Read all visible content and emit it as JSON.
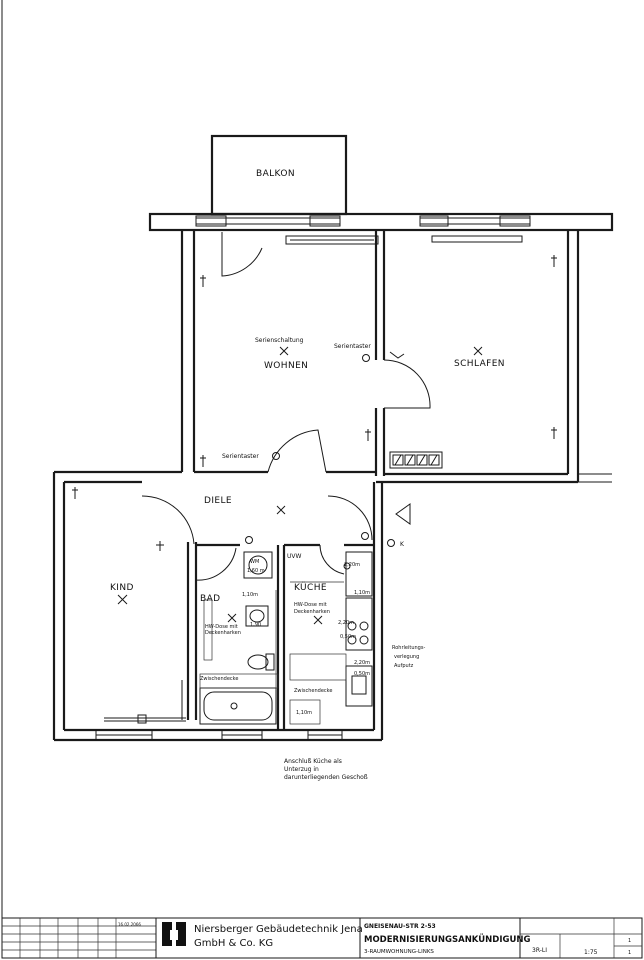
{
  "rooms": {
    "balkon": "BALKON",
    "wohnen": "WOHNEN",
    "schlafen": "SCHLAFEN",
    "diele": "DIELE",
    "kind": "KIND",
    "bad": "BAD",
    "kueche": "KÜCHE"
  },
  "annotations": {
    "serienschaltung": "Serienschaltung",
    "serientaster_1": "Serientaster",
    "serientaster_2": "Serientaster",
    "uvw": "UVW",
    "wm": "WM",
    "wm_height": "1,60 m",
    "bad_h1": "1,10m",
    "bad_h2": "1,90",
    "hw_dose_bad_1": "HW-Dose mit",
    "hw_dose_bad_2": "Deckenharken",
    "hw_dose_k_1": "HW-Dose mit",
    "hw_dose_k_2": "Deckenharken",
    "k_h1": "2,20m",
    "k_h2": "1,10m",
    "k_h3": "2,20m",
    "k_h4": "0,50m",
    "k_h5": "2,20m",
    "k_h6": "0,50m",
    "k_h7": "1,10m",
    "zwischendecke_1": "Zwischendecke",
    "zwischendecke_2": "Zwischendecke",
    "rohr_1": "Rohrleitungs-",
    "rohr_2": "verlegung",
    "rohr_3": "Aufputz",
    "k_marker": "K",
    "anschluss_1": "Anschluß Küche als",
    "anschluss_2": "Unterzug in",
    "anschluss_3": "darunterliegenden Geschoß"
  },
  "title_block": {
    "date": "16.02.2066",
    "company_1": "Niersberger Gebäudetechnik Jena",
    "company_2": "GmbH & Co. KG",
    "address": "GNEISENAU-STR 2-53",
    "project": "MODERNISIERUNGSANKÜNDIGUNG",
    "subtitle": "3-RAUMWOHNUNG-LINKS",
    "plan_no": "3R-LI",
    "scale": "1:75",
    "sheet_1": "1",
    "sheet_2": "1"
  }
}
